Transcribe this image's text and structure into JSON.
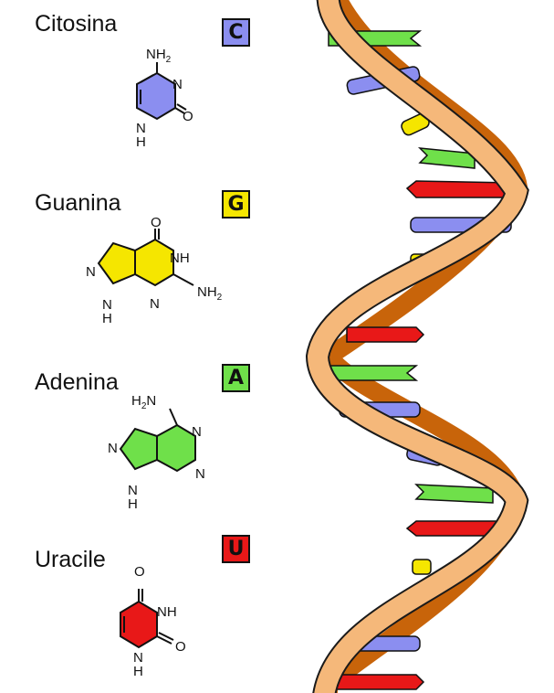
{
  "bases": [
    {
      "name": "Citosina",
      "letter": "C",
      "color": "#8b8ef0"
    },
    {
      "name": "Guanina",
      "letter": "G",
      "color": "#f5e600"
    },
    {
      "name": "Adenina",
      "letter": "A",
      "color": "#6fe04a"
    },
    {
      "name": "Uracile",
      "letter": "U",
      "color": "#e81818"
    }
  ],
  "atoms": {
    "n": "N",
    "nh": "NH",
    "nh2_prefix": "NH",
    "h2n_prefix": "H",
    "h2n_suffix": "N",
    "sub2": "2",
    "o": "O",
    "h": "H"
  },
  "colors": {
    "backbone_dark": "#c8640a",
    "backbone_light": "#f5b87a",
    "outline": "#1a1a1a"
  }
}
